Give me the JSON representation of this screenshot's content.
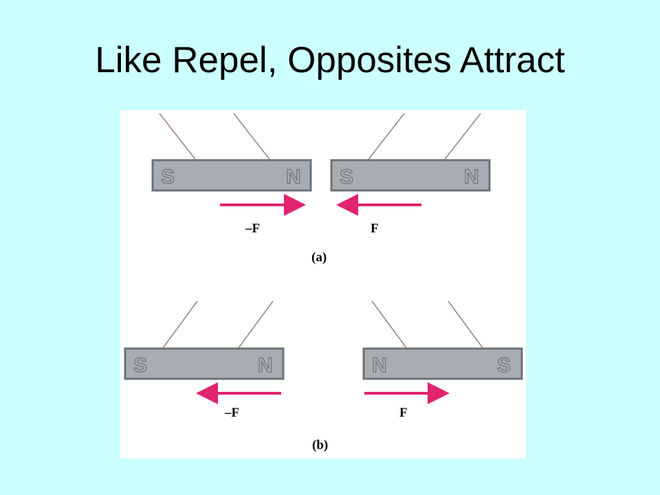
{
  "title": "Like Repel, Opposites Attract",
  "colors": {
    "background": "#ccffff",
    "magnet_fill": "#a8adb1",
    "magnet_border": "#6e7276",
    "string": "#a08276",
    "force_arrow": "#e0246e"
  },
  "panel_a": {
    "label": "(a)",
    "left_magnet": {
      "left_pole": "S",
      "right_pole": "N"
    },
    "right_magnet": {
      "left_pole": "S",
      "right_pole": "N"
    },
    "left_force": "–F",
    "right_force": "F"
  },
  "panel_b": {
    "label": "(b)",
    "left_magnet": {
      "left_pole": "S",
      "right_pole": "N"
    },
    "right_magnet": {
      "left_pole": "N",
      "right_pole": "S"
    },
    "left_force": "–F",
    "right_force": "F"
  }
}
